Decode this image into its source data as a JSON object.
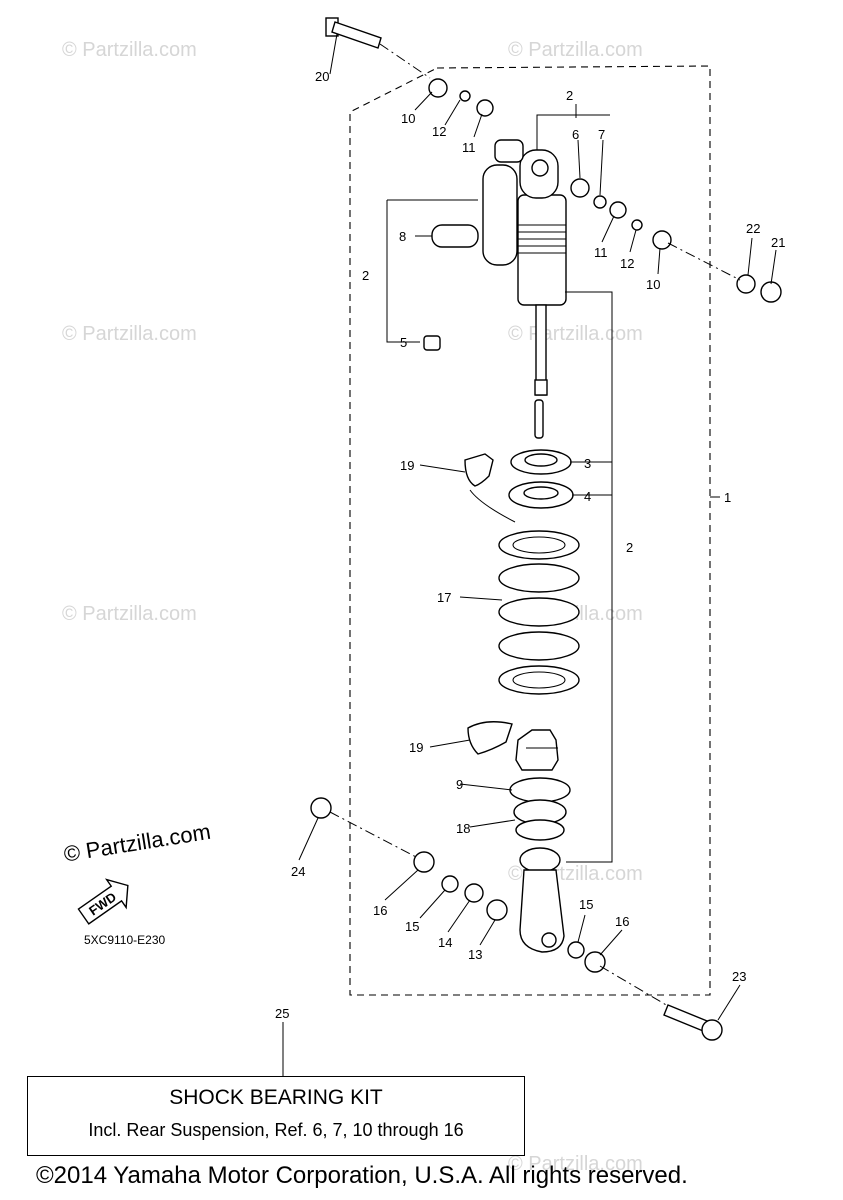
{
  "watermark": "© Partzilla.com",
  "watermark_big": "© Partzilla.com",
  "diagram_code": "5XC9110-E230",
  "fwd_label": "FWD",
  "callouts": [
    "1",
    "2",
    "2",
    "2",
    "3",
    "4",
    "5",
    "6",
    "7",
    "8",
    "9",
    "10",
    "10",
    "11",
    "11",
    "12",
    "12",
    "13",
    "14",
    "15",
    "15",
    "16",
    "16",
    "17",
    "18",
    "19",
    "19",
    "20",
    "21",
    "22",
    "23",
    "24",
    "25"
  ],
  "kit": {
    "title": "SHOCK BEARING KIT",
    "description": "Incl. Rear Suspension, Ref. 6, 7, 10 through 16"
  },
  "copyright": "©2014 Yamaha Motor Corporation, U.S.A. All rights reserved."
}
